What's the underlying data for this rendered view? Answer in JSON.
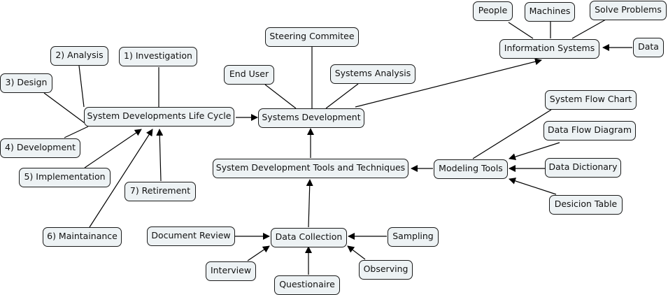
{
  "nodes": {
    "people": "People",
    "machines": "Machines",
    "solve_problems": "Solve Problems",
    "information_systems": "Information Systems",
    "data": "Data",
    "steering_committee": "Steering Commitee",
    "analysis": "2) Analysis",
    "investigation": "1) Investigation",
    "design": "3) Design",
    "end_user": "End User",
    "systems_analysis": "Systems Analysis",
    "sdlc": "System Developments Life Cycle",
    "systems_development": "Systems Development",
    "system_flow_chart": "System Flow Chart",
    "data_flow_diagram": "Data Flow Diagram",
    "development": "4) Development",
    "tools_techniques": "System Development Tools and Techniques",
    "modeling_tools": "Modeling Tools",
    "data_dictionary": "Data Dictionary",
    "implementation": "5) Implementation",
    "retirement": "7) Retirement",
    "decision_table": "Desicion Table",
    "maintenance": "6) Maintainance",
    "document_review": "Document Review",
    "data_collection": "Data Collection",
    "sampling": "Sampling",
    "interview": "Interview",
    "observing": "Observing",
    "questionnaire": "Questionaire"
  },
  "colors": {
    "node_fill": "#edf2f4",
    "node_border": "#1a1a1a",
    "line": "#000000"
  }
}
